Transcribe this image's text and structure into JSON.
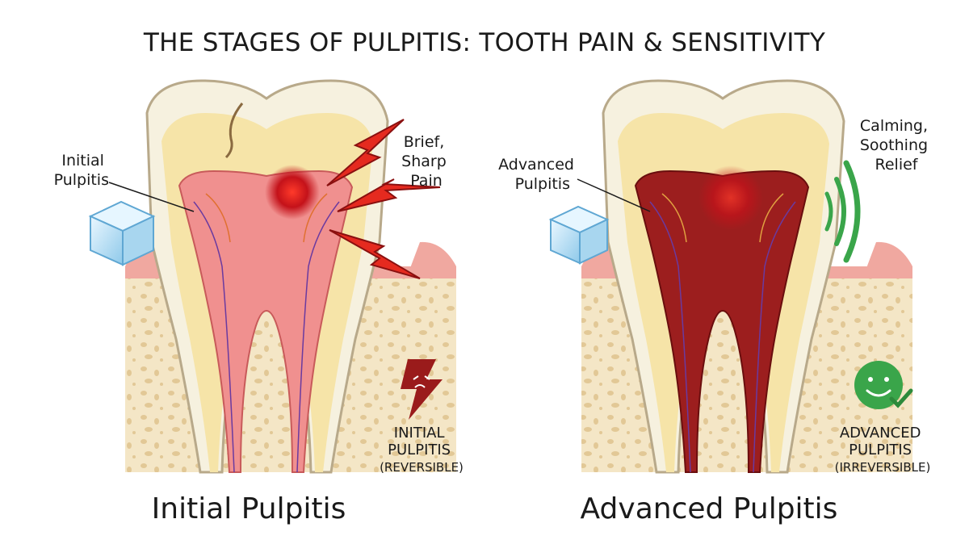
{
  "title": "THE STAGES OF PULPITIS: TOOTH PAIN & SENSITIVITY",
  "left": {
    "callout": [
      "Initial",
      "Pulpitis"
    ],
    "pain_label": [
      "Brief,",
      "Sharp",
      "Pain"
    ],
    "stage_badge": [
      "INITIAL",
      "PULPITIS",
      "(REVERSIBLE)"
    ],
    "caption": "Initial Pulpitis",
    "badge_icon": "angry-lightning-icon"
  },
  "right": {
    "callout": [
      "Advanced",
      "Pulpitis"
    ],
    "relief_label": [
      "Calming,",
      "Soothing",
      "Relief"
    ],
    "stage_badge": [
      "ADVANCED",
      "PULPITIS",
      "(IRREVERSIBLE)"
    ],
    "caption": "Advanced Pulpitis",
    "badge_icon": "smiley-check-icon"
  },
  "colors": {
    "enamel": "#f6f1df",
    "dentin": "#f6e4a8",
    "pulp_initial": "#f0908f",
    "pulp_advanced": "#9c1e1e",
    "gum": "#f0a8a0",
    "bone": "#f4e6c6",
    "lightning": "#e52a1f",
    "relief": "#3aa54a",
    "ice": "#bfe2f5"
  }
}
